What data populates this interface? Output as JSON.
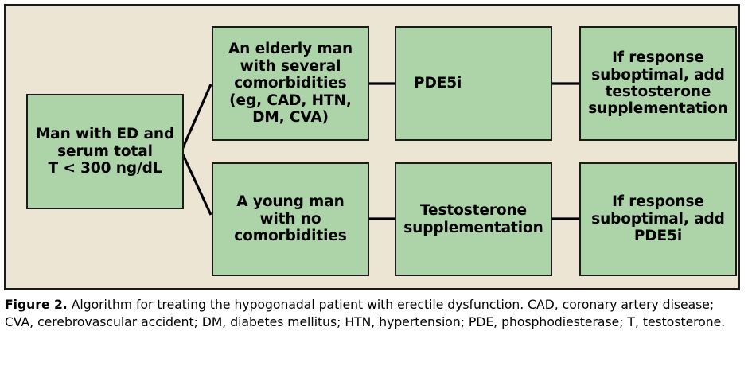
{
  "figure": {
    "caption_label": "Figure 2.",
    "caption_body": " Algorithm for treating the hypogonadal patient with erectile dysfunction. CAD, coronary artery disease; CVA, cerebrovascular accident; DM, diabetes mellitus; HTN, hypertension;  PDE, phosphodiesterase; T, testosterone."
  },
  "colors": {
    "panel_background": "#EDE5D3",
    "node_fill": "#ADD4A8",
    "border": "#1a1a16",
    "text": "#000000"
  },
  "diagram": {
    "type": "flowchart",
    "nodes": [
      {
        "id": "source",
        "label": "Man with ED and\nserum total\nT < 300 ng/dL"
      },
      {
        "id": "elderly",
        "label": "An elderly man\nwith several\ncomorbidities\n(eg, CAD, HTN,\nDM, CVA)"
      },
      {
        "id": "pde5i_top",
        "label": "PDE5i"
      },
      {
        "id": "add_testosterone",
        "label": "If response\nsuboptimal, add\ntestosterone\nsupplementation"
      },
      {
        "id": "young",
        "label": "A young man\nwith no\ncomorbidities"
      },
      {
        "id": "testosterone_bottom",
        "label": "Testosterone\nsupplementation"
      },
      {
        "id": "add_pde5i",
        "label": "If response\nsuboptimal, add\nPDE5i"
      }
    ],
    "edges": [
      {
        "from": "source",
        "to": "elderly"
      },
      {
        "from": "source",
        "to": "young"
      },
      {
        "from": "elderly",
        "to": "pde5i_top"
      },
      {
        "from": "pde5i_top",
        "to": "add_testosterone"
      },
      {
        "from": "young",
        "to": "testosterone_bottom"
      },
      {
        "from": "testosterone_bottom",
        "to": "add_pde5i"
      }
    ]
  }
}
